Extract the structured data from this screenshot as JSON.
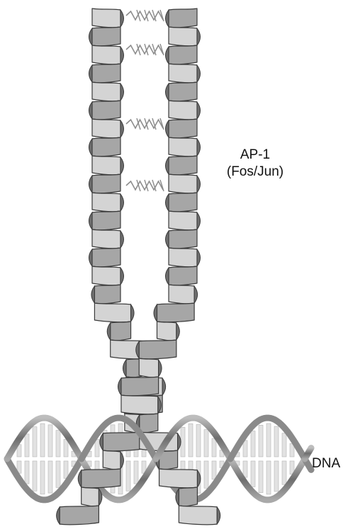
{
  "labels": {
    "complex_name": "AP-1",
    "complex_subunits": "(Fos/Jun)",
    "dna": "DNA"
  },
  "colors": {
    "ribbon_light": "#d4d4d4",
    "ribbon_mid": "#a6a6a6",
    "ribbon_dark": "#6f6f6f",
    "outline": "#3a3a3a",
    "dna_backbone": "#8a8a8a",
    "dna_base": "#e2e2e2",
    "zipper_sidechain": "#8c8c8c"
  },
  "icons": [
    "coiled-coil-helix",
    "dna-double-helix",
    "leucine-zipper-sidechain"
  ]
}
